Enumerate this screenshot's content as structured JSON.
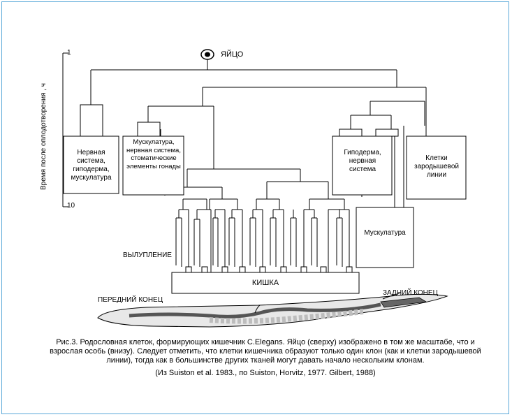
{
  "axis": {
    "title": "Время после оплодотворения , ч",
    "tick_top": "1",
    "tick_bottom": "10"
  },
  "egg_label": "ЯЙЦО",
  "boxes": {
    "nerve_hypoderm_muscle": "Нервная система, гиподерма, мускулатура",
    "muscle_nerve_stomatic": "Мускулатура, нервная система, стоматические элементы гонады",
    "hypoderm_nerve": "Гиподерма, нервная система",
    "germ_line": "Клетки зародышевой линии",
    "musculature": "Мускулатура",
    "intestine": "КИШКА"
  },
  "labels": {
    "hatching": "ВЫЛУПЛЕНИЕ",
    "anterior": "ПЕРЕДНИЙ КОНЕЦ",
    "posterior": "ЗАДНИЙ КОНЕЦ"
  },
  "caption": {
    "line1": "Рис.3. Родословная клеток, формирующих кишечник C.Elegans. Яйцо (сверху) изображено в том же масштабе, что и взрослая особь (внизу). Следует отметить, что клетки кишечника образуют только один клон (как и клетки зародышевой линии), тогда как в большинстве других тканей могут давать начало нескольким клонам.",
    "source": "(Из Suiston et al. 1983., по Suiston, Horvitz, 1977. Gilbert, 1988)"
  },
  "colors": {
    "line": "#000000",
    "frame": "#5aa8d8",
    "worm_dark": "#555555",
    "worm_light": "#cfcfcf"
  }
}
